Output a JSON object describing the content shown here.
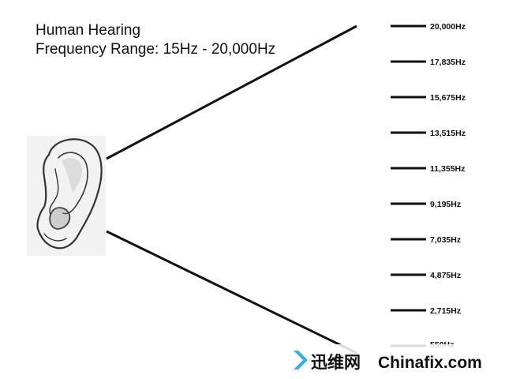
{
  "title": {
    "line1": "Human Hearing",
    "line2": "Frequency Range: 15Hz - 20,000Hz"
  },
  "frequency_scale": [
    {
      "label": "20,000Hz"
    },
    {
      "label": "17,835Hz"
    },
    {
      "label": "15,675Hz"
    },
    {
      "label": "13,515Hz"
    },
    {
      "label": "11,355Hz"
    },
    {
      "label": "9,195Hz"
    },
    {
      "label": "7,035Hz"
    },
    {
      "label": "4,875Hz"
    },
    {
      "label": "2,715Hz"
    },
    {
      "label": "550Hz"
    }
  ],
  "illustration": {
    "icon": "ear-icon"
  },
  "watermark": {
    "brand_cn": "迅维网",
    "brand_en": "Chinafix.com",
    "colors": {
      "chevron": "#3ab0e0",
      "text_dark": "#111111"
    }
  }
}
